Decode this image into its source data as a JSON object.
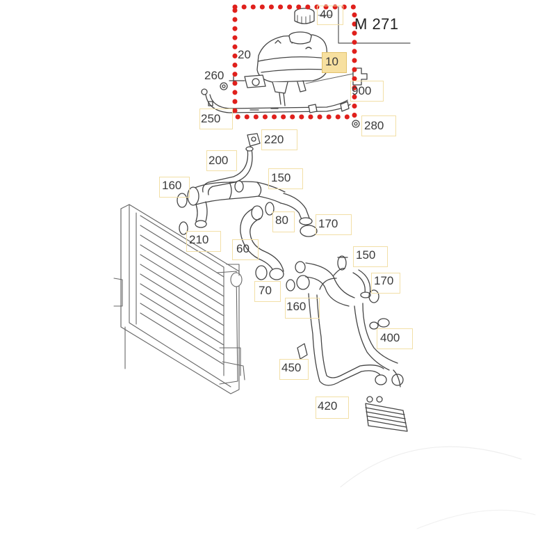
{
  "engine_label": "M 271",
  "highlight": {
    "part": "10",
    "frame_color": "#e0201c",
    "fill_color": "#f7e0a0"
  },
  "callouts": {
    "p40": "40",
    "p10": "10",
    "p20": "20",
    "p260": "260",
    "p900": "900",
    "p250": "250",
    "p280": "280",
    "p220": "220",
    "p200": "200",
    "p160a": "160",
    "p150a": "150",
    "p80": "80",
    "p170a": "170",
    "p210": "210",
    "p60": "60",
    "p70": "70",
    "p150b": "150",
    "p170b": "170",
    "p160b": "160",
    "p400": "400",
    "p450": "450",
    "p420": "420"
  }
}
